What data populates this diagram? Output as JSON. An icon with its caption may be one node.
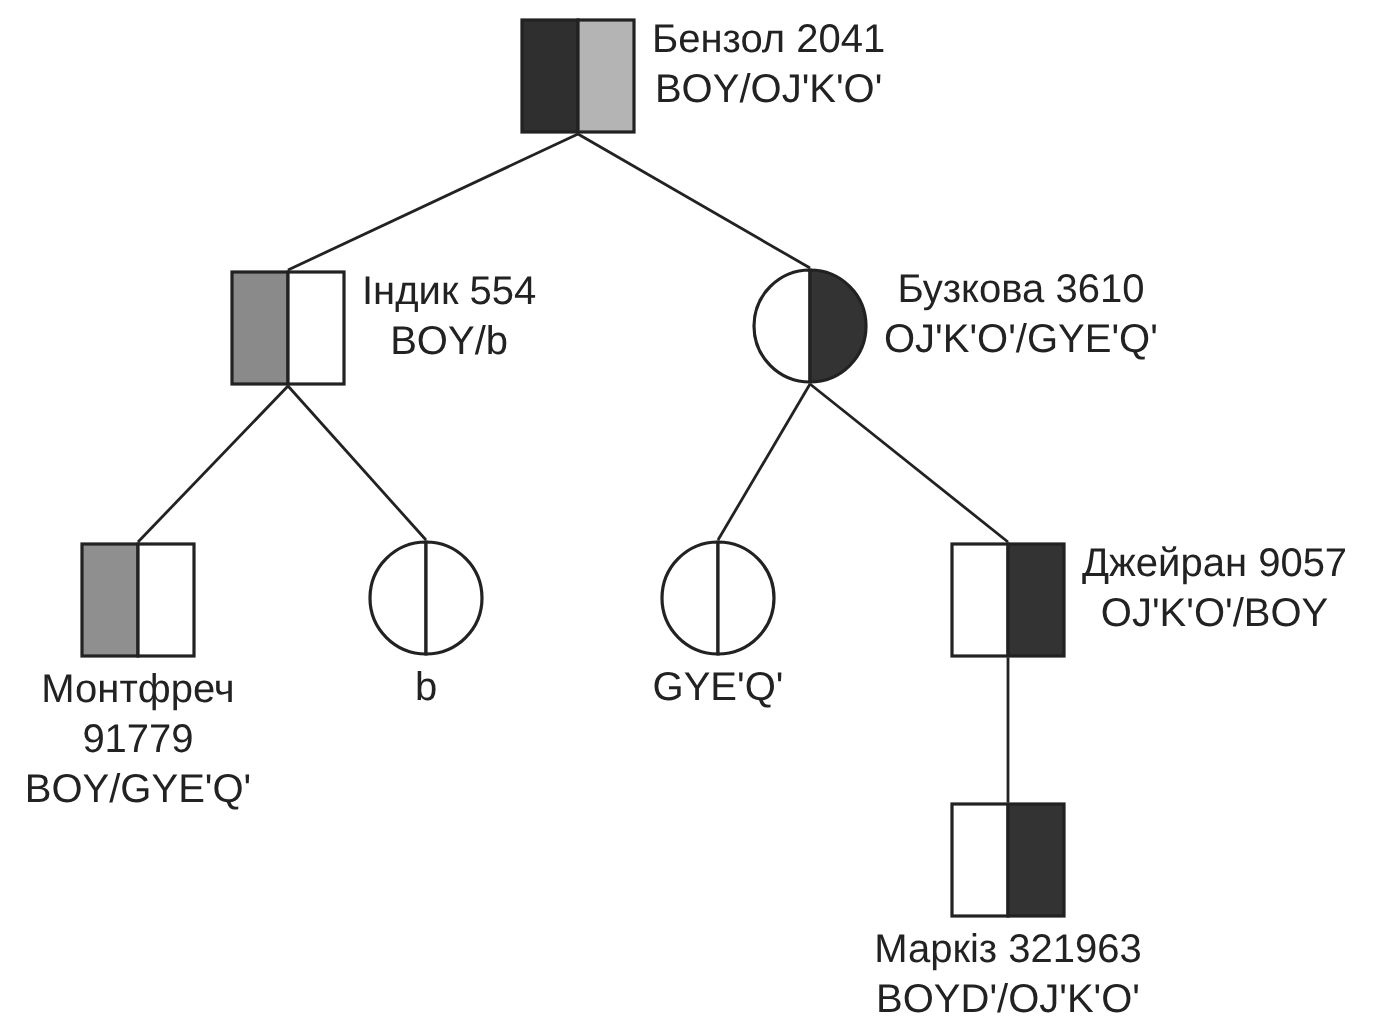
{
  "diagram": {
    "nodes": [
      {
        "text": [],
        "shape": "box",
        "beside": [
          "Бензол 2041",
          "BOY/OJ'K'O'"
        ]
      },
      {
        "text": [],
        "shape": "box",
        "beside": [
          "Індик 554",
          "BOY/b"
        ]
      },
      {
        "text": [],
        "shape": "circle",
        "beside": [
          "Бузкова 3610",
          "OJ'K'O'/GYE'Q'"
        ]
      },
      {
        "text": [],
        "shape": "box",
        "beside": [
          "Монтфреч 91779",
          "BOY/GYE'Q'"
        ]
      },
      {
        "text": [],
        "shape": "circle",
        "beside": [
          "b"
        ]
      },
      {
        "text": [],
        "shape": "circle",
        "beside": [
          "GYE'Q'"
        ]
      },
      {
        "text": [],
        "shape": "box",
        "beside": [
          "Джейран 9057",
          "OJ'K'O'/BOY"
        ]
      },
      {
        "text": [],
        "shape": "box",
        "beside": [
          "Маркіз 321963",
          "BOYD'/OJ'K'O'"
        ]
      }
    ],
    "edges": [
      {
        "from": 0,
        "to": 1,
        "arrow": "none"
      },
      {
        "from": 0,
        "to": 2,
        "arrow": "none"
      },
      {
        "from": 1,
        "to": 3,
        "arrow": "none"
      },
      {
        "from": 1,
        "to": 4,
        "arrow": "none"
      },
      {
        "from": 2,
        "to": 5,
        "arrow": "none"
      },
      {
        "from": 2,
        "to": 6,
        "arrow": "none"
      },
      {
        "from": 6,
        "to": 7,
        "arrow": "none"
      }
    ]
  }
}
